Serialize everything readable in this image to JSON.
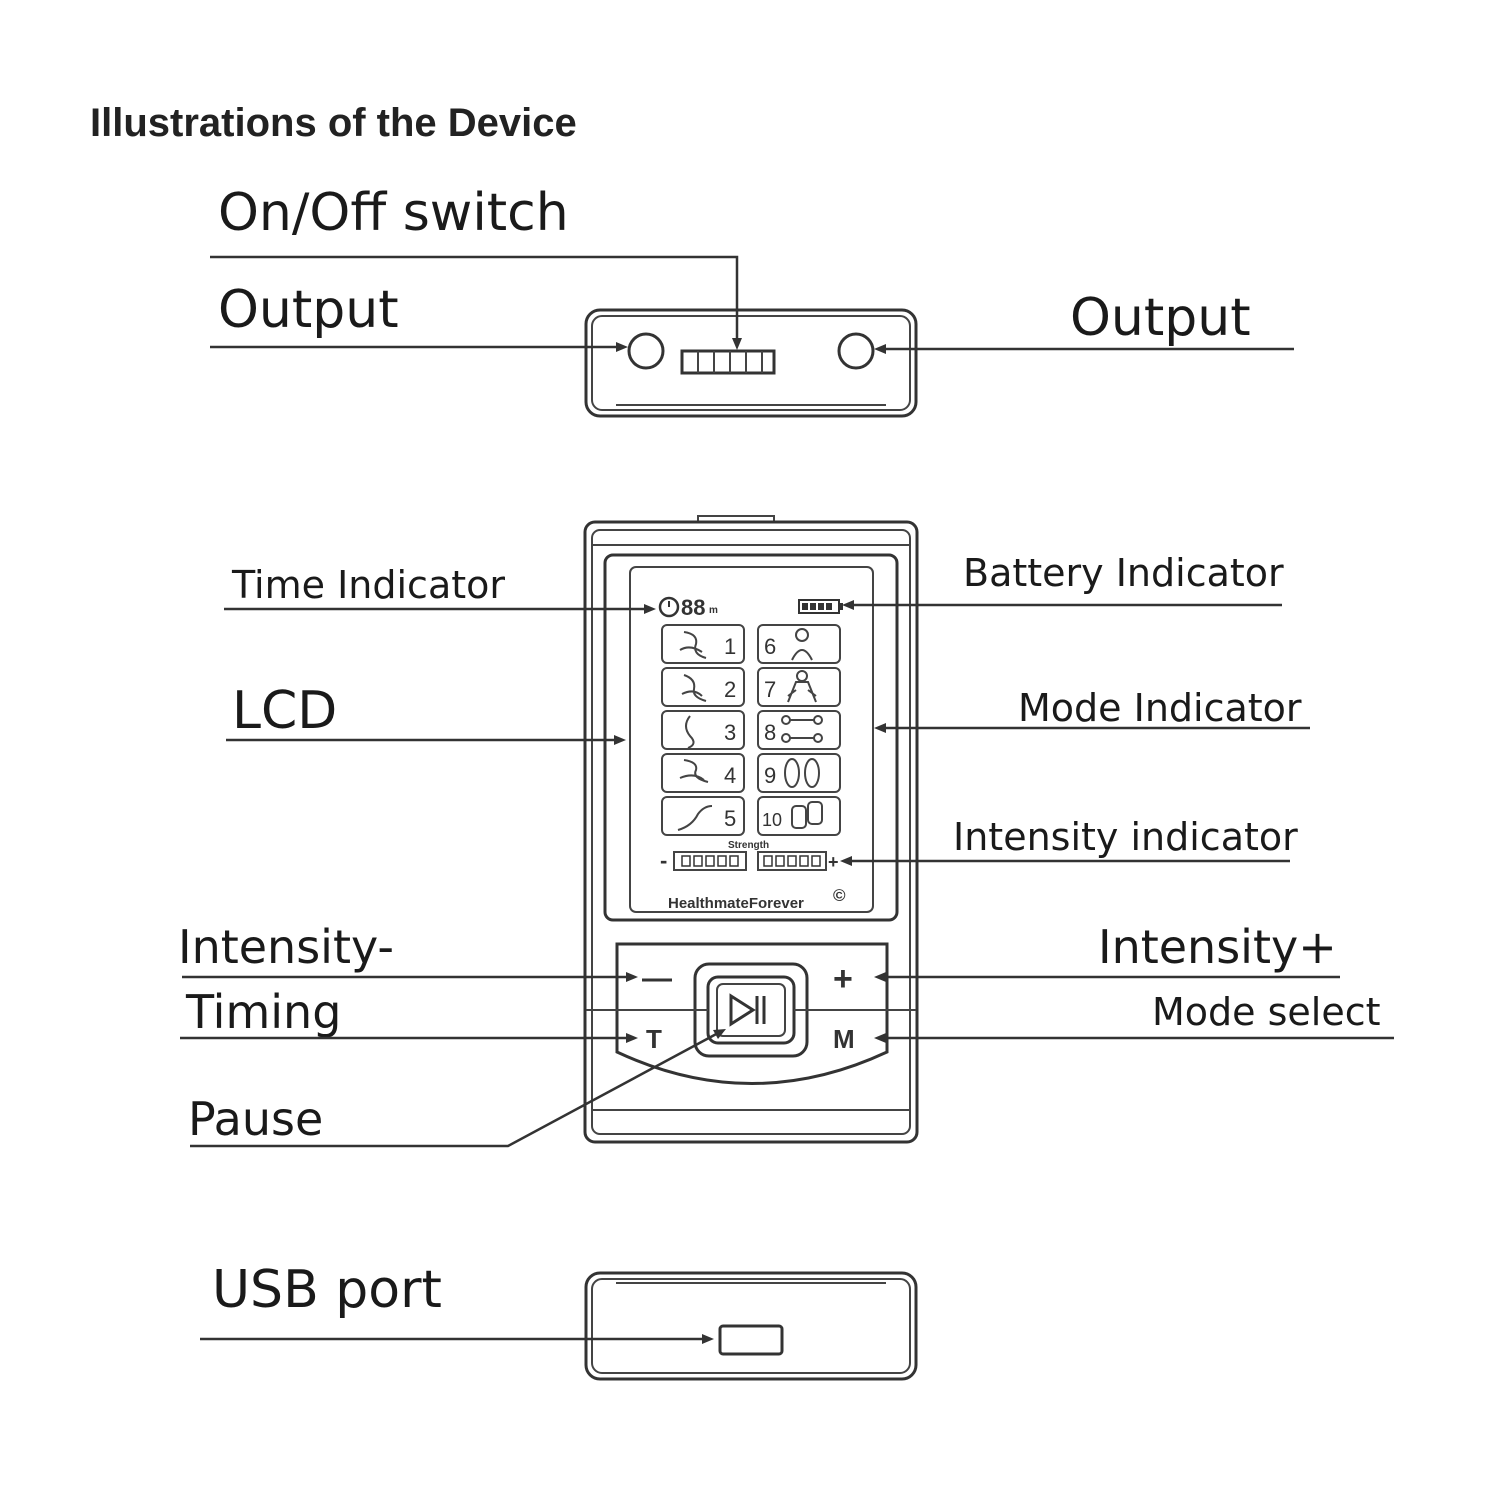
{
  "title": "Illustrations of the Device",
  "labels": {
    "on_off_switch": "On/Off  switch",
    "output_left": "Output",
    "output_right": "Output",
    "time_indicator": "Time Indicator",
    "battery_indicator": "Battery Indicator",
    "lcd": "LCD",
    "mode_indicator": "Mode Indicator",
    "intensity_indicator": "Intensity indicator",
    "intensity_minus": "Intensity-",
    "intensity_plus": "Intensity+",
    "timing": "Timing",
    "mode_select": "Mode select",
    "pause": "Pause",
    "usb_port": "USB  port"
  },
  "lcd": {
    "time_digits": "88",
    "time_unit": "m",
    "modes_left": [
      "1",
      "2",
      "3",
      "4",
      "5"
    ],
    "modes_right": [
      "6",
      "7",
      "8",
      "9",
      "10"
    ],
    "strength_label": "Strength",
    "strength_minus": "-",
    "strength_plus": "+",
    "brand": "HealthmateForever",
    "brand_mark": "©"
  },
  "buttons": {
    "minus": "—",
    "plus": "+",
    "timing": "T",
    "mode": "M"
  }
}
